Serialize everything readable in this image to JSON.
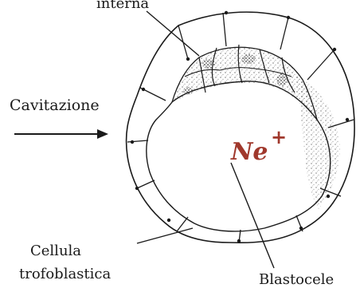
{
  "labels": {
    "inner_mass": "interna",
    "cavitation": "Cavitazione",
    "trophoblast_line1": "Cellula",
    "trophoblast_line2": "trofoblastica",
    "blastocoel": "Blastocele"
  },
  "annotation": {
    "ion": "Ne",
    "charge": "+",
    "color": "#a0382c"
  },
  "colors": {
    "ink": "#1a1a1a",
    "stipple": "#6e6e6e",
    "paper": "#ffffff"
  }
}
